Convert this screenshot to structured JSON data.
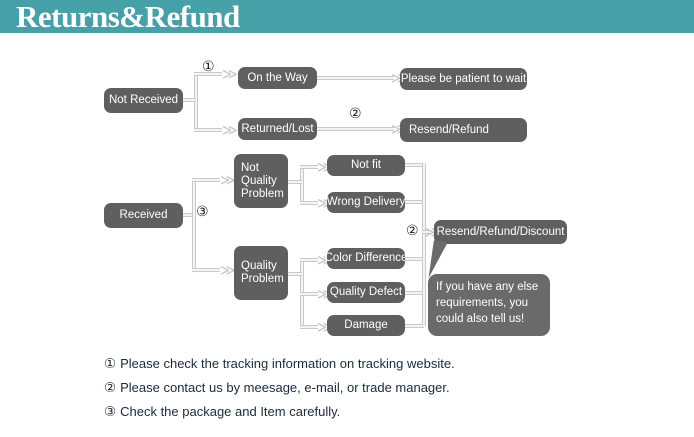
{
  "banner": {
    "title": "Returns&Refund",
    "color": "#45a0a8"
  },
  "theme": {
    "node_color": "#5f5f5f",
    "bubble_color": "#6a6a6a",
    "line_color": "#c9c9c9",
    "note_text_color": "#1b2a3a"
  },
  "flow": {
    "nodes": {
      "not_received": "Not Received",
      "on_the_way": "On the Way",
      "returned_lost": "Returned/Lost",
      "please_wait": "Please be patient to wait",
      "resend_refund": "Resend/Refund",
      "received": "Received",
      "not_quality_problem": "Not\nQuality\nProblem",
      "quality_problem": "Quality\nProblem",
      "not_fit": "Not fit",
      "wrong_delivery": "Wrong Delivery",
      "color_difference": "Color Difference",
      "quality_defect": "Quality Defect",
      "damage": "Damage",
      "resend_refund_discount": "Resend/Refund/Discount"
    },
    "markers": {
      "one_top": "①",
      "two_top": "②",
      "three_left": "③",
      "two_right": "②"
    },
    "arrow_glyph": "≫"
  },
  "bubble": {
    "text": "If you have any else requirements, you could also tell us!"
  },
  "notes": [
    {
      "num": "①",
      "text": "Please check the tracking information on tracking website."
    },
    {
      "num": "②",
      "text": "Please contact us by meesage, e-mail, or trade manager."
    },
    {
      "num": "③",
      "text": "Check the package and Item carefully."
    }
  ]
}
